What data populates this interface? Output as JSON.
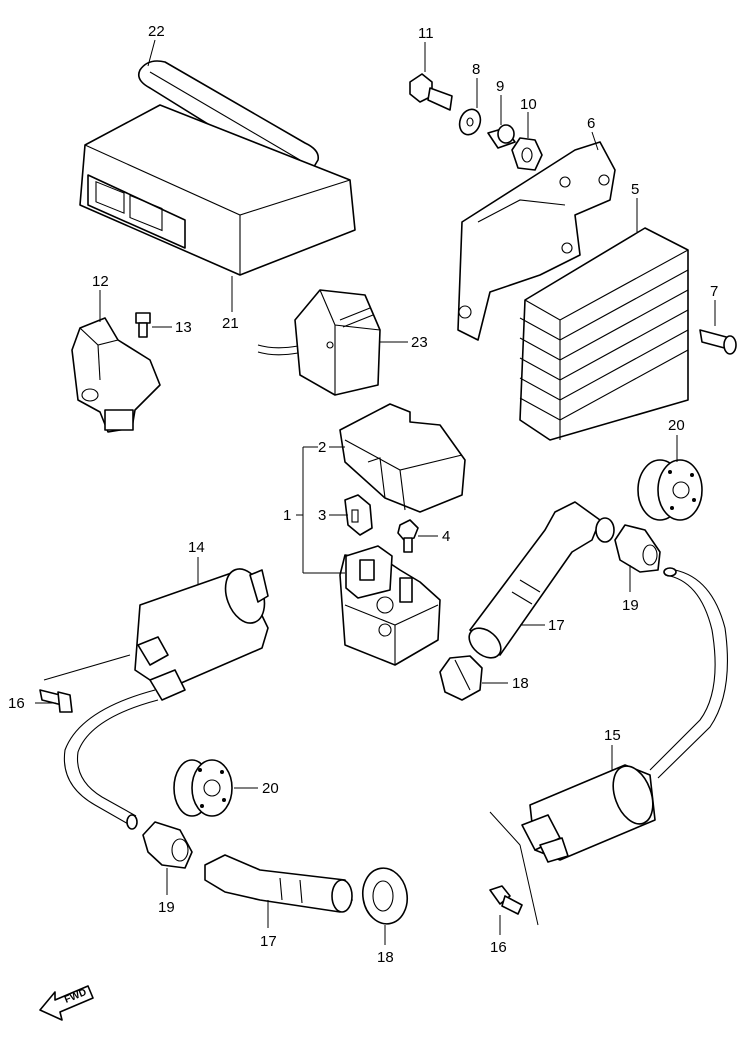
{
  "callouts": {
    "c1": "1",
    "c2": "2",
    "c3": "3",
    "c4": "4",
    "c5": "5",
    "c6": "6",
    "c7": "7",
    "c8": "8",
    "c9": "9",
    "c10": "10",
    "c11": "11",
    "c12": "12",
    "c13": "13",
    "c14": "14",
    "c15": "15",
    "c16a": "16",
    "c16b": "16",
    "c17a": "17",
    "c17b": "17",
    "c18a": "18",
    "c18b": "18",
    "c19a": "19",
    "c19b": "19",
    "c20a": "20",
    "c20b": "20",
    "c21": "21",
    "c22": "22",
    "c23": "23"
  },
  "fwd_badge": "FWD"
}
